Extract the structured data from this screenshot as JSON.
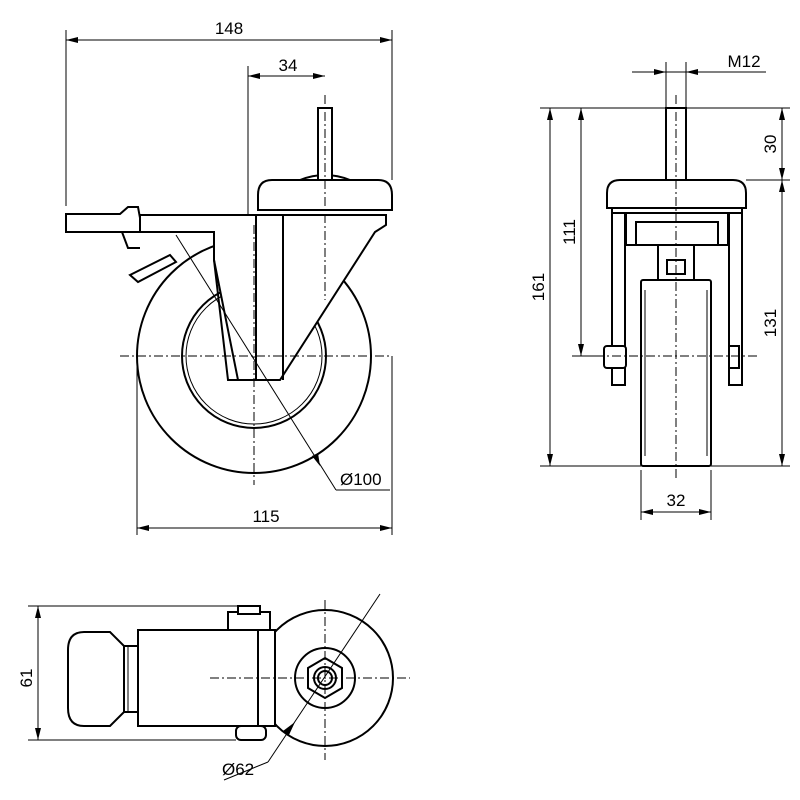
{
  "drawing": {
    "dimensions": {
      "overall_length": "148",
      "stem_offset": "34",
      "stem_thread": "M12",
      "stem_length": "30",
      "lever_height": "111",
      "total_height": "161",
      "height_below_plate": "131",
      "wheel_diameter": "Ø100",
      "base_length": "115",
      "wheel_width": "32",
      "top_view_width": "61",
      "hub_diameter": "Ø62"
    }
  }
}
